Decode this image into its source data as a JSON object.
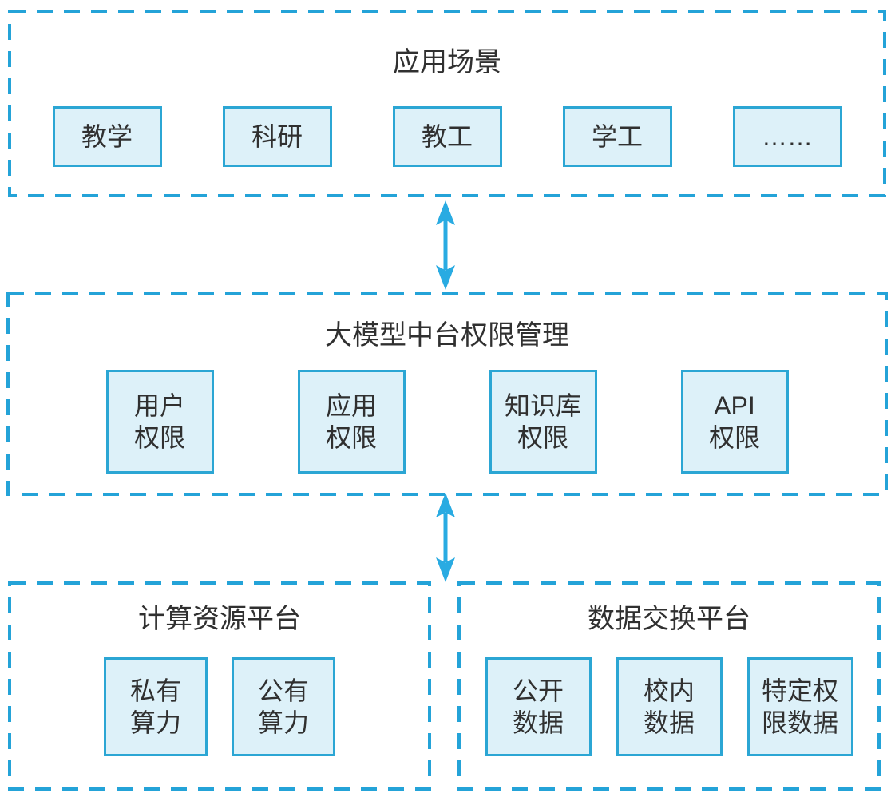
{
  "colors": {
    "panel_dashed_border": "#24a3d8",
    "box_border": "#2ba6d4",
    "box_fill": "#ddf1f9",
    "arrow": "#29abe2",
    "text": "#303030",
    "background": "#ffffff"
  },
  "icons": {
    "arrow_upper": "double-headed-vertical-arrow",
    "arrow_lower": "double-headed-vertical-arrow"
  },
  "panels": {
    "app_scenarios": {
      "title": "应用场景",
      "items": [
        {
          "label": "教学"
        },
        {
          "label": "科研"
        },
        {
          "label": "教工"
        },
        {
          "label": "学工"
        },
        {
          "label": "……"
        }
      ]
    },
    "permission_center": {
      "title": "大模型中台权限管理",
      "items": [
        {
          "lines": [
            "用户",
            "权限"
          ]
        },
        {
          "lines": [
            "应用",
            "权限"
          ]
        },
        {
          "lines": [
            "知识库",
            "权限"
          ]
        },
        {
          "lines": [
            "API",
            "权限"
          ]
        }
      ]
    },
    "compute_platform": {
      "title": "计算资源平台",
      "items": [
        {
          "lines": [
            "私有",
            "算力"
          ]
        },
        {
          "lines": [
            "公有",
            "算力"
          ]
        }
      ]
    },
    "data_exchange": {
      "title": "数据交换平台",
      "items": [
        {
          "lines": [
            "公开",
            "数据"
          ]
        },
        {
          "lines": [
            "校内",
            "数据"
          ]
        },
        {
          "lines": [
            "特定权",
            "限数据"
          ]
        }
      ]
    }
  }
}
